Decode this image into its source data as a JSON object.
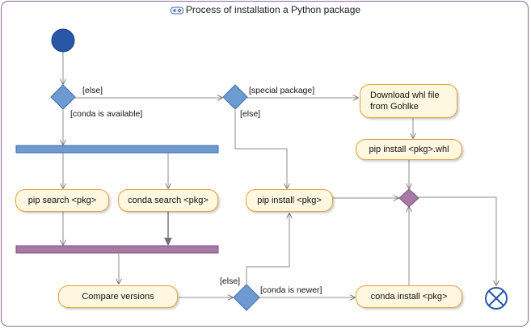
{
  "diagram": {
    "title": "Process of installation a Python package",
    "actions": {
      "download_whl": "Download whl file\nfrom Gohlke",
      "pip_install_whl": "pip install <pkg>.whl",
      "pip_search": "pip search <pkg>",
      "conda_search": "conda search <pkg>",
      "pip_install": "pip install <pkg>",
      "compare_versions": "Compare versions",
      "conda_install": "conda install <pkg>"
    },
    "guards": {
      "else_top": "[else]",
      "conda_available": "[conda is available]",
      "special_package": "[special package]",
      "else_special": "[else]",
      "else_bottom": "[else]",
      "conda_newer": "[conda is newer]"
    },
    "colors": {
      "border": "#8a6a9a",
      "initial_node": "#2a56a8",
      "decision": "#6d9bd1",
      "fork_bar": "#6d9bd1",
      "join_bar": "#a679a6",
      "merge": "#a679a6",
      "final_node": "#2a56a8",
      "action_fill": "#fff7e0",
      "action_border": "#e0a23c",
      "edge": "#808080"
    }
  }
}
